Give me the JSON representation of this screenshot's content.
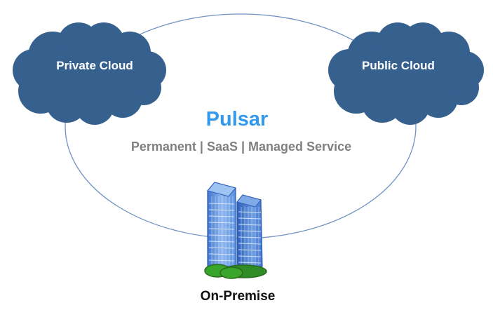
{
  "diagram": {
    "center": {
      "title": "Pulsar",
      "subtitle": "Permanent | SaaS | Managed Service"
    },
    "nodes": [
      {
        "id": "private-cloud",
        "label": "Private Cloud",
        "icon": "cloud-icon"
      },
      {
        "id": "public-cloud",
        "label": "Public Cloud",
        "icon": "cloud-icon"
      },
      {
        "id": "on-premise",
        "label": "On-Premise",
        "icon": "office-buildings-icon"
      }
    ],
    "connector": "ellipse-ring",
    "colors": {
      "cloud_fill": "#36618f",
      "ring_stroke": "#6f93c4",
      "title": "#3399ee",
      "subtitle": "#808080",
      "onprem_label": "#111111",
      "building_blue": "#4a7fd0",
      "bush_green": "#3aa52b"
    }
  }
}
